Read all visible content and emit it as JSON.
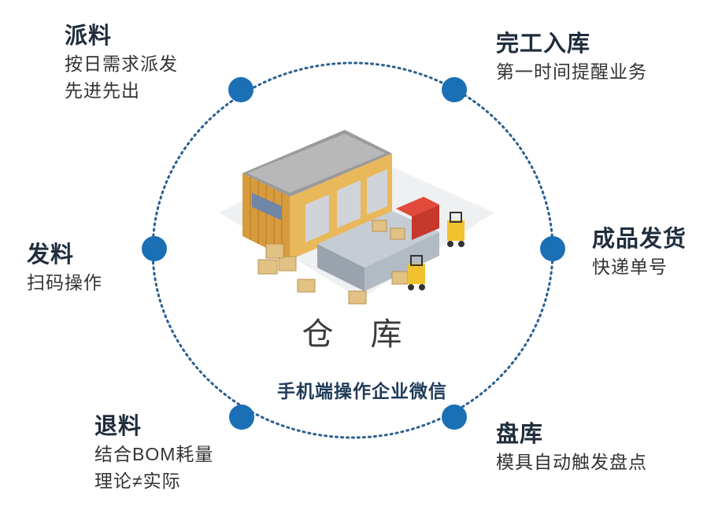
{
  "nodes": [
    {
      "title": "派料",
      "lines": [
        "按日需求派发",
        "先进先出"
      ]
    },
    {
      "title": "完工入库",
      "lines": [
        "第一时间提醒业务"
      ]
    },
    {
      "title": "发料",
      "lines": [
        "扫码操作"
      ]
    },
    {
      "title": "成品发货",
      "lines": [
        "快递单号"
      ]
    },
    {
      "title": "退料",
      "lines": [
        "结合BOM耗量",
        "理论≠实际"
      ]
    },
    {
      "title": "盘库",
      "lines": [
        "模具自动触发盘点"
      ]
    }
  ],
  "center": {
    "title": "仓 库",
    "subtitle": "手机端操作企业微信"
  },
  "colors": {
    "ring": "#2a5f8f",
    "dot": "#1a6fb5",
    "title_text": "#1f2d3d",
    "subtitle_text": "#1f3b5a"
  }
}
